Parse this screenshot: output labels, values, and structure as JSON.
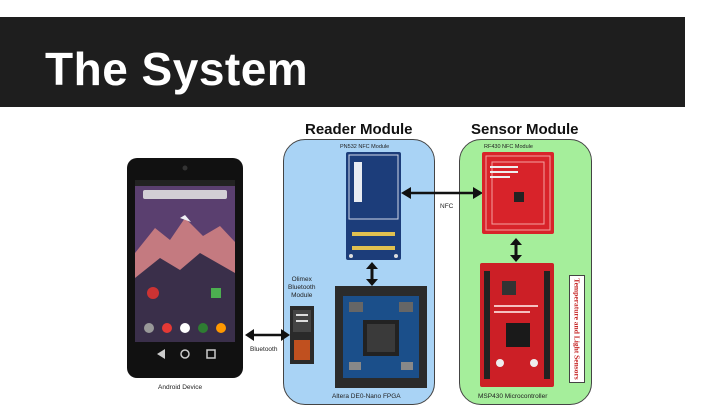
{
  "slide": {
    "title": "The System"
  },
  "diagram": {
    "reader_module": "Reader Module",
    "sensor_module": "Sensor Module",
    "pn532_label": "PN532 NFC Module",
    "rf430_label": "RF430 NFC Module",
    "olimex_label": "Olimex\nBluetooth\nModule",
    "fpga_label": "Altera DE0-Nano FPGA",
    "msp430_label": "MSP430 Microcontroller",
    "nfc_label": "NFC",
    "bluetooth_label": "Bluetooth",
    "android_label": "Android Device",
    "sensors_label": "Temperature and Light Sensors"
  },
  "colors": {
    "reader_bg": "#a9d3f5",
    "sensor_bg": "#a5ee9b",
    "title_bar": "#1e1e1e"
  }
}
